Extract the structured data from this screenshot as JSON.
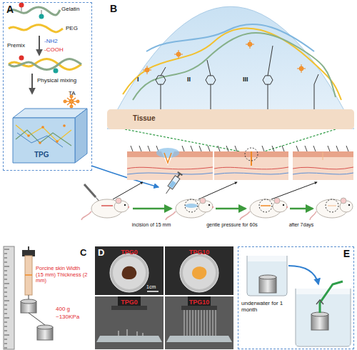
{
  "diagram": {
    "nodes": [
      {
        "text": [
          "A"
        ]
      },
      {
        "text": [
          "B"
        ]
      },
      {
        "text": [
          "Tissue"
        ],
        "in": 1
      },
      {
        "text": [
          "E"
        ]
      }
    ],
    "labels": [
      "Gelatin",
      "PEG",
      "Premix",
      "-NH2",
      "-COOH",
      "Physical mixing",
      "TA",
      "TPG",
      "I",
      "II",
      "III",
      "incision of 15 mm",
      "gentle pressure for 60s",
      "after 7days",
      "C",
      "Porcine skin Width (15 mm) Thickness (2 mm)",
      "400 g",
      "~130KPa",
      "D",
      "TPG0",
      "TPG10",
      "1cm",
      "TPG0",
      "TPG10",
      "underwater for 1 month"
    ]
  }
}
